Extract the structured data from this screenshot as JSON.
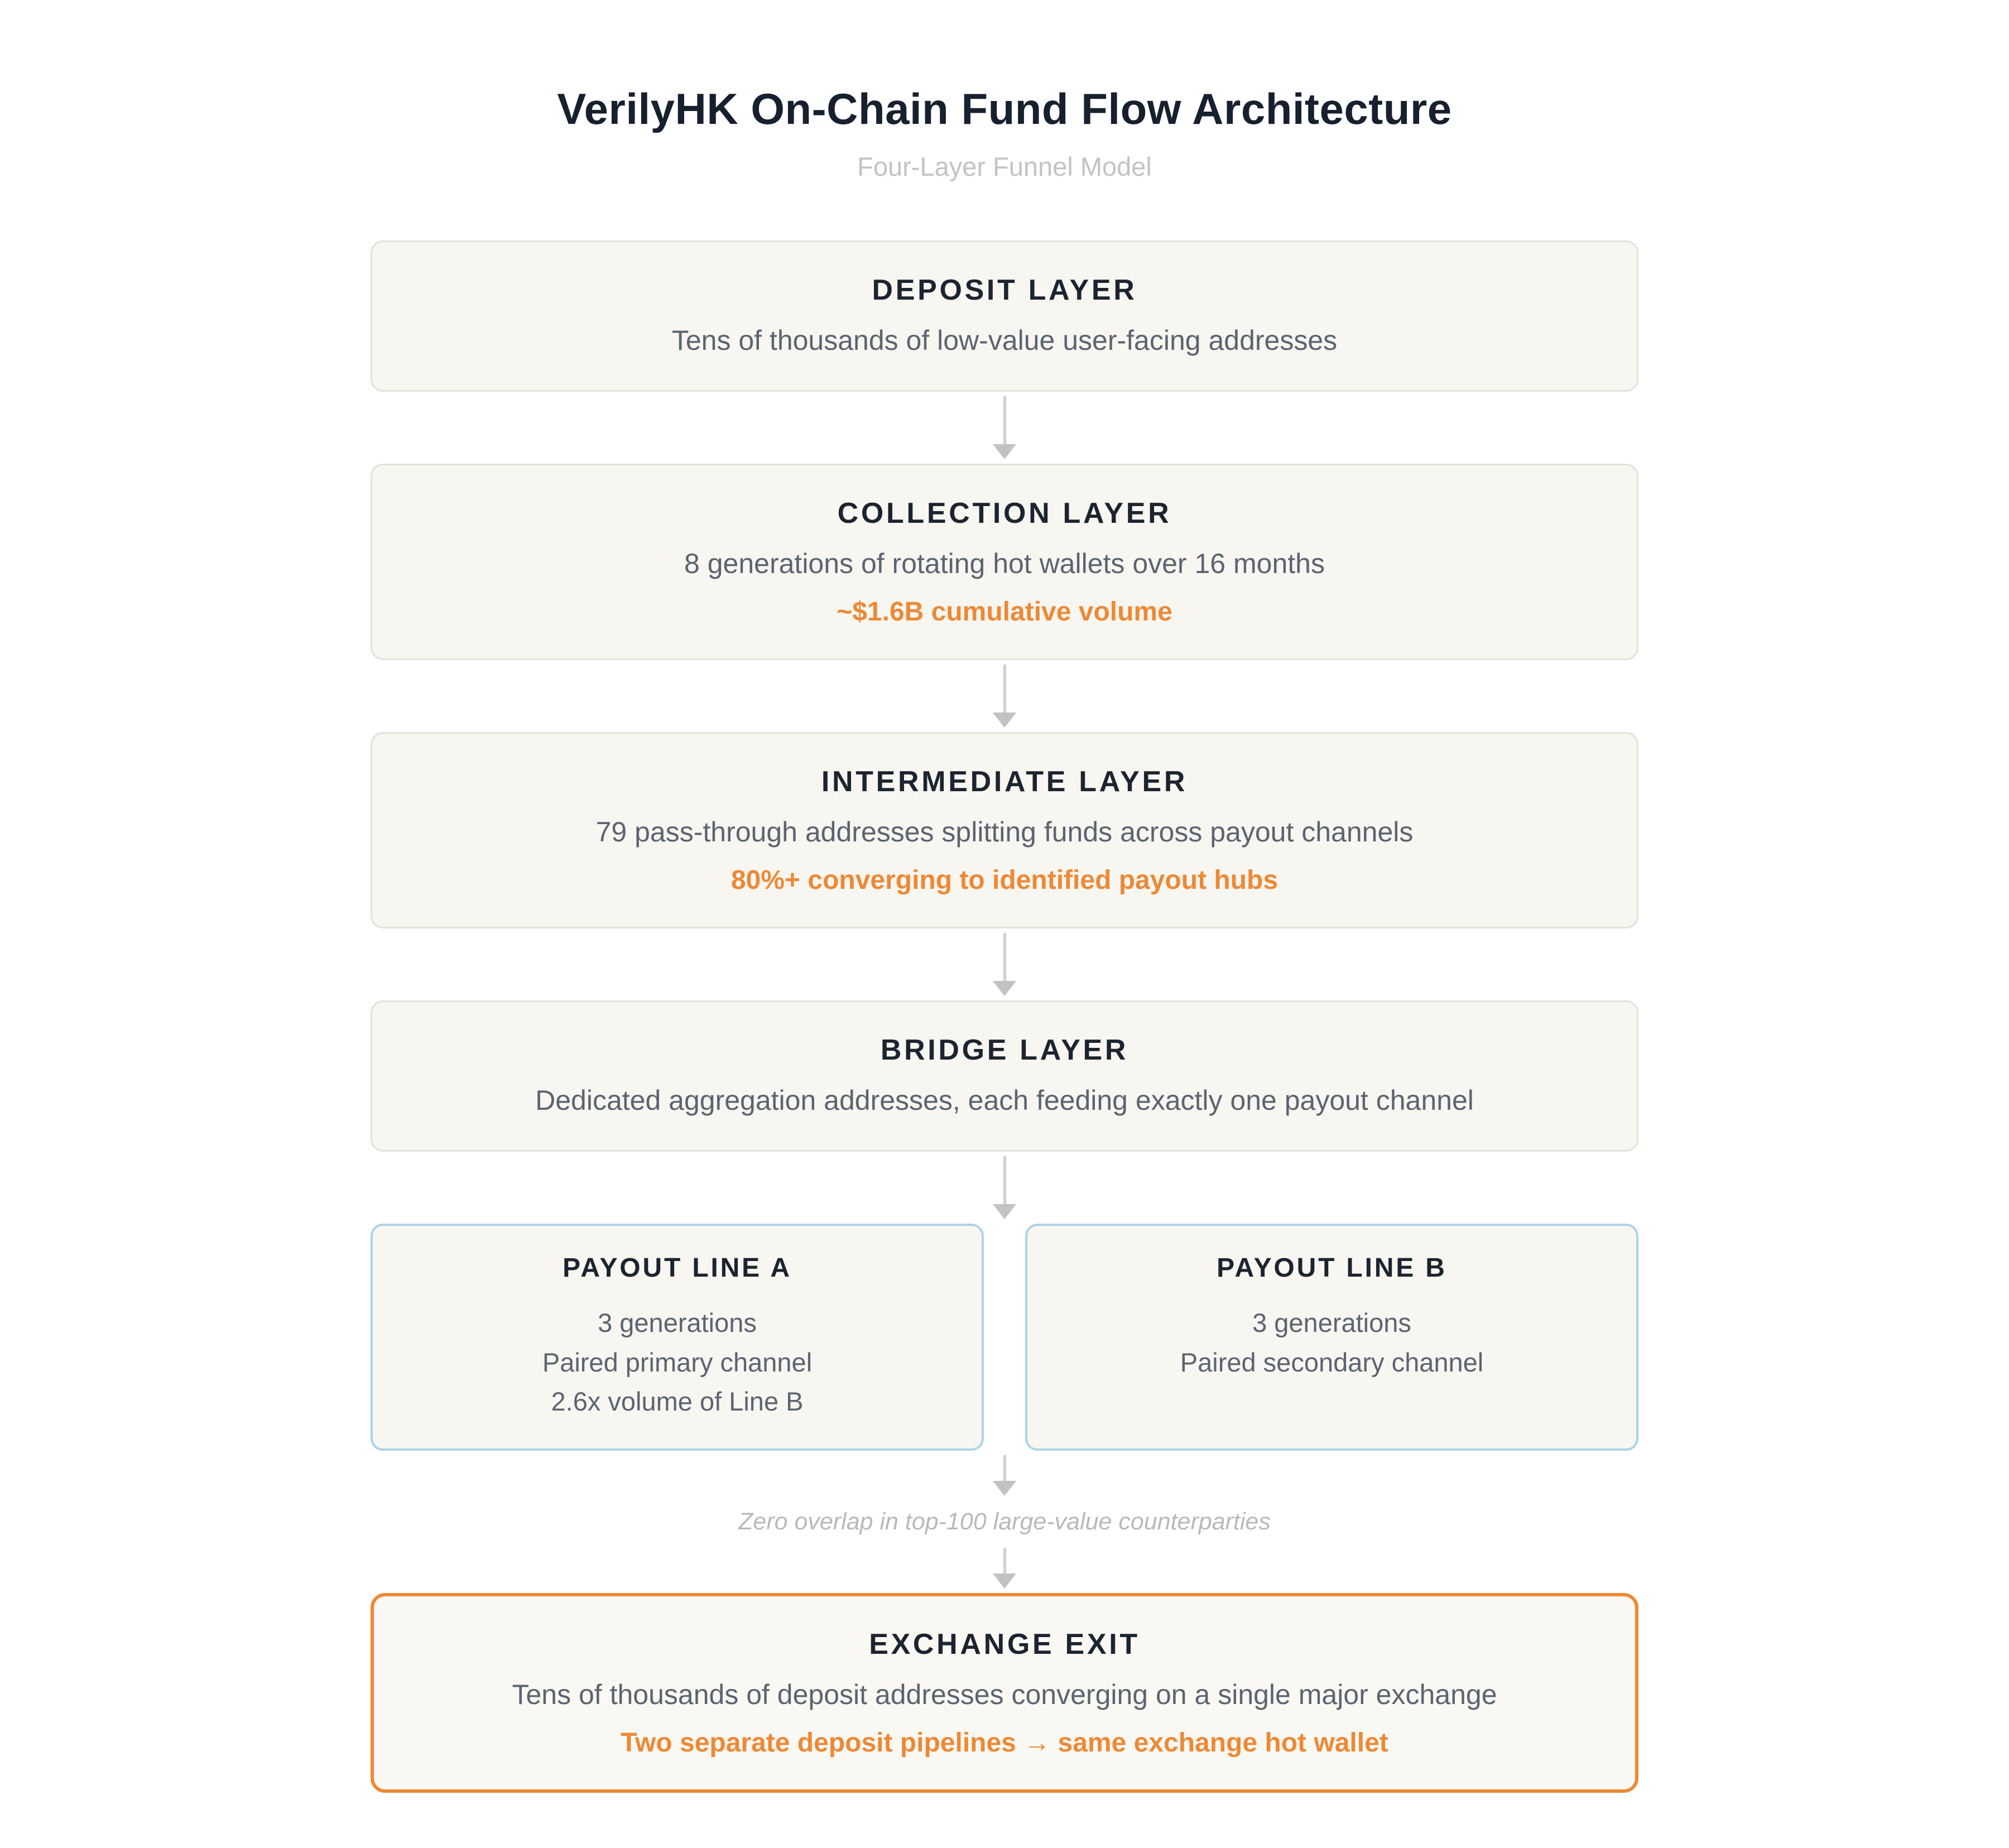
{
  "header": {
    "title": "VerilyHK On-Chain Fund Flow Architecture",
    "subtitle": "Four-Layer Funnel Model"
  },
  "layers": [
    {
      "title": "DEPOSIT LAYER",
      "body": "Tens of thousands of low-value user-facing addresses"
    },
    {
      "title": "COLLECTION LAYER",
      "body": "8 generations of rotating hot wallets over 16 months",
      "highlight": "~$1.6B cumulative volume"
    },
    {
      "title": "INTERMEDIATE LAYER",
      "body": "79 pass-through addresses splitting funds across payout channels",
      "highlight": "80%+ converging to identified payout hubs"
    },
    {
      "title": "BRIDGE LAYER",
      "body": "Dedicated aggregation addresses, each feeding exactly one payout channel"
    }
  ],
  "payout": {
    "line_a": {
      "title": "PAYOUT LINE A",
      "lines": [
        "3 generations",
        "Paired primary channel",
        "2.6x volume of Line B"
      ]
    },
    "line_b": {
      "title": "PAYOUT LINE B",
      "lines": [
        "3 generations",
        "Paired secondary channel"
      ]
    }
  },
  "arrow_note": "Zero overlap in top-100 large-value counterparties",
  "exit": {
    "title": "EXCHANGE EXIT",
    "body": "Tens of thousands of deposit addresses converging on a single major exchange",
    "highlight": "Two separate deposit pipelines → same exchange hot wallet"
  },
  "colors": {
    "accent_orange": "#ED8936",
    "payout_border_blue": "#ABD3E9",
    "box_background": "#F8F6F0",
    "box_border": "#E4E1D8",
    "title_text": "#16202E",
    "body_text": "#5A6472",
    "muted_text": "#C3C3C3",
    "arrow_gray": "#CFCFCF"
  }
}
